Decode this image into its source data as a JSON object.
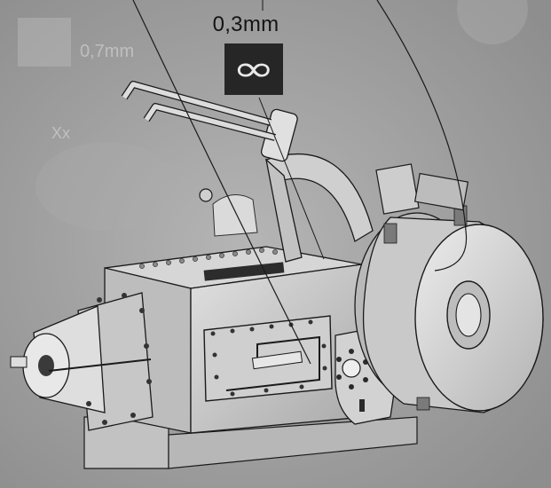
{
  "callout": {
    "label": "0,3mm",
    "symbol": "∞",
    "symbol_icon": "infinity-icon"
  },
  "background_ghost_text": {
    "primary": "0,7mm",
    "secondary": "Xx"
  },
  "colors": {
    "background": "#9c9c9c",
    "badge": "#262626",
    "model_body": "#c9c9c9",
    "line": "#1a1a1a"
  }
}
